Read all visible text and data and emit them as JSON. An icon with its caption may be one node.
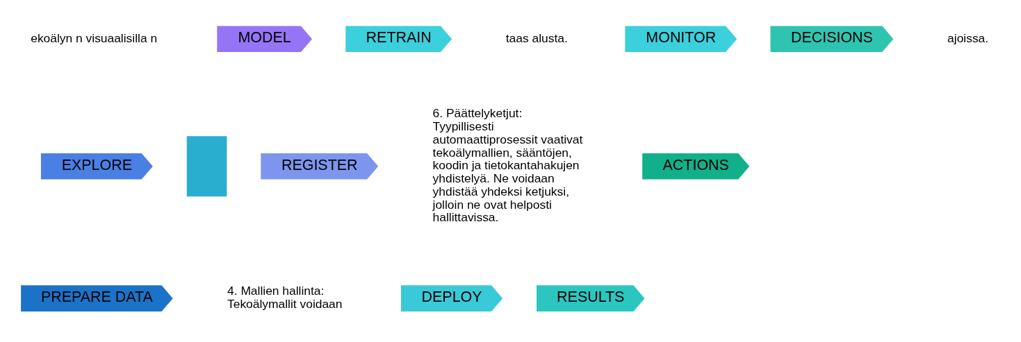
{
  "diagram": {
    "nodes": [
      {
        "text": [
          "PREPARE DATA"
        ]
      },
      {
        "text": [
          "EXPLORE"
        ]
      },
      {
        "text": [
          "MODEL"
        ]
      },
      {
        "text": [
          "REGISTER"
        ]
      },
      {
        "text": [
          "DEPLOY"
        ]
      },
      {
        "text": [
          "RETRAIN"
        ]
      },
      {
        "text": [
          "MONITOR"
        ]
      },
      {
        "text": [
          "DECISIONS"
        ]
      },
      {
        "text": [
          "ACTIONS"
        ]
      },
      {
        "text": [
          "RESULTS"
        ]
      },
      {
        "text": [],
        "shape": "bar"
      }
    ],
    "edges": [],
    "labels": [
      "ekoälyn n visuaalisilla n",
      "taas alusta.",
      "ajoissa.",
      "6. Päättelyketjut: Tyypillisesti automaattiprosessit vaativat tekoälymallien, sääntöjen, koodin ja tietokantahakujen yhdistelyä. Ne voidaan yhdistää yhdeksi ketjuksi, jolloin ne ovat helposti hallittavissa.",
      "4. Mallien hallinta: Tekoälymallit voidaan"
    ]
  }
}
